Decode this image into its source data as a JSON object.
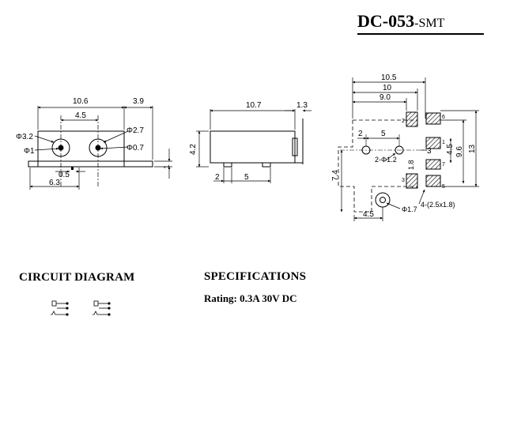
{
  "title": {
    "part_number": "DC-053",
    "suffix": "-SMT"
  },
  "sections": {
    "circuit_heading": "CIRCUIT DIAGRAM",
    "spec_heading": "SPECIFICATIONS",
    "rating": "Rating: 0.3A 30V DC"
  },
  "front_view": {
    "dims": [
      "10.6",
      "3.9",
      "4.5",
      "Φ3.2",
      "Φ1",
      "Φ2.7",
      "Φ0.7",
      "0.5",
      "6.3",
      "1"
    ]
  },
  "side_view": {
    "dims": [
      "10.7",
      "1.3",
      "4.2",
      "2",
      "5"
    ]
  },
  "pcb_layout": {
    "dims": [
      "10.5",
      "10",
      "9.0",
      "2",
      "5",
      "2-Φ1.2",
      "3",
      "4.5",
      "9.6",
      "13",
      "1.8",
      "7.4",
      "4.5",
      "Φ1.7",
      "4-(2.5x1.8)"
    ],
    "pin_labels": [
      "2",
      "6",
      "1",
      "3",
      "7",
      "5"
    ]
  }
}
